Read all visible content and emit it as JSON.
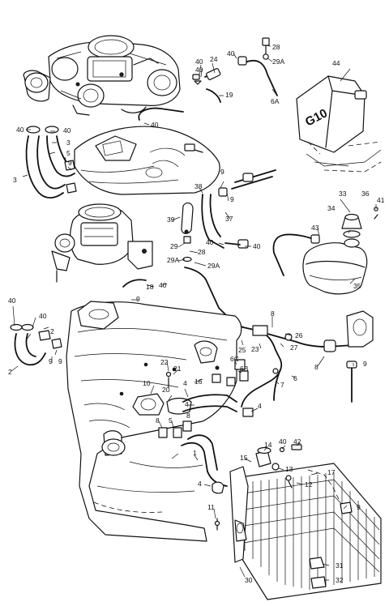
{
  "diagram": {
    "tank_marking": "G10",
    "callouts": [
      {
        "id": "c1",
        "label": "28"
      },
      {
        "id": "c2",
        "label": "40"
      },
      {
        "id": "c3",
        "label": "29A"
      },
      {
        "id": "c4",
        "label": "40"
      },
      {
        "id": "c5",
        "label": "24"
      },
      {
        "id": "c6",
        "label": "44"
      },
      {
        "id": "c7",
        "label": "40"
      },
      {
        "id": "c8",
        "label": "19"
      },
      {
        "id": "c9",
        "label": "6A"
      },
      {
        "id": "c10",
        "label": "40"
      },
      {
        "id": "c11",
        "label": "40"
      },
      {
        "id": "c12",
        "label": "40"
      },
      {
        "id": "c13",
        "label": "3"
      },
      {
        "id": "c14",
        "label": "5"
      },
      {
        "id": "c15",
        "label": "9"
      },
      {
        "id": "c16",
        "label": "3"
      },
      {
        "id": "c17",
        "label": "9"
      },
      {
        "id": "c18",
        "label": "38"
      },
      {
        "id": "c19",
        "label": "9"
      },
      {
        "id": "c20",
        "label": "33"
      },
      {
        "id": "c21",
        "label": "36"
      },
      {
        "id": "c22",
        "label": "41"
      },
      {
        "id": "c23",
        "label": "39"
      },
      {
        "id": "c24",
        "label": "37"
      },
      {
        "id": "c25",
        "label": "34"
      },
      {
        "id": "c26",
        "label": "43"
      },
      {
        "id": "c27",
        "label": "29"
      },
      {
        "id": "c28",
        "label": "28"
      },
      {
        "id": "c29",
        "label": "40"
      },
      {
        "id": "c30",
        "label": "40"
      },
      {
        "id": "c31",
        "label": "29A"
      },
      {
        "id": "c32",
        "label": "29A"
      },
      {
        "id": "c33",
        "label": "35"
      },
      {
        "id": "c34",
        "label": "18"
      },
      {
        "id": "c35",
        "label": "40"
      },
      {
        "id": "c36",
        "label": "9"
      },
      {
        "id": "c37",
        "label": "40"
      },
      {
        "id": "c38",
        "label": "40"
      },
      {
        "id": "c39",
        "label": "2"
      },
      {
        "id": "c40",
        "label": "9"
      },
      {
        "id": "c41",
        "label": "9"
      },
      {
        "id": "c42",
        "label": "2"
      },
      {
        "id": "c43",
        "label": "8"
      },
      {
        "id": "c44",
        "label": "26"
      },
      {
        "id": "c45",
        "label": "25"
      },
      {
        "id": "c46",
        "label": "23"
      },
      {
        "id": "c47",
        "label": "27"
      },
      {
        "id": "c48",
        "label": "22"
      },
      {
        "id": "c49",
        "label": "6C"
      },
      {
        "id": "c50",
        "label": "21"
      },
      {
        "id": "c51",
        "label": "6B"
      },
      {
        "id": "c52",
        "label": "16"
      },
      {
        "id": "c53",
        "label": "4"
      },
      {
        "id": "c54",
        "label": "7"
      },
      {
        "id": "c55",
        "label": "6"
      },
      {
        "id": "c56",
        "label": "8"
      },
      {
        "id": "c57",
        "label": "9"
      },
      {
        "id": "c58",
        "label": "10"
      },
      {
        "id": "c59",
        "label": "20"
      },
      {
        "id": "c60",
        "label": "4"
      },
      {
        "id": "c61",
        "label": "8"
      },
      {
        "id": "c62",
        "label": "5"
      },
      {
        "id": "c63",
        "label": "8"
      },
      {
        "id": "c64",
        "label": "4"
      },
      {
        "id": "c65",
        "label": "1"
      },
      {
        "id": "c66",
        "label": "14"
      },
      {
        "id": "c67",
        "label": "40"
      },
      {
        "id": "c68",
        "label": "42"
      },
      {
        "id": "c69",
        "label": "15"
      },
      {
        "id": "c70",
        "label": "13"
      },
      {
        "id": "c71",
        "label": "17"
      },
      {
        "id": "c72",
        "label": "4"
      },
      {
        "id": "c73",
        "label": "12"
      },
      {
        "id": "c74",
        "label": "11"
      },
      {
        "id": "c75",
        "label": "9"
      },
      {
        "id": "c76",
        "label": "31"
      },
      {
        "id": "c77",
        "label": "30"
      },
      {
        "id": "c78",
        "label": "32"
      }
    ]
  }
}
